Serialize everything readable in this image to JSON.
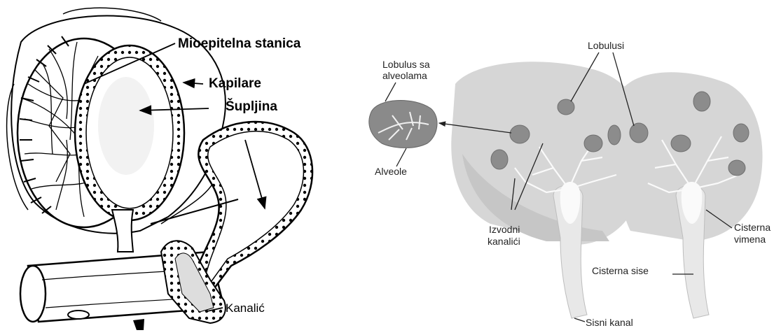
{
  "left_panel": {
    "labels": {
      "myoepithelial": "Mioepitelna stanica",
      "capillaries": "Kapilare",
      "lumen": "Šupljina",
      "ductule": "Kanalić"
    }
  },
  "right_panel": {
    "labels": {
      "lobule_line1": "Lobulus sa",
      "lobule_line2": "alveolama",
      "alveoli": "Alveole",
      "lobules": "Lobulusi",
      "ducts_line1": "Izvodni",
      "ducts_line2": "kanalići",
      "gland_cistern_line1": "Cisterna",
      "gland_cistern_line2": "vimena",
      "teat_cistern": "Cisterna sise",
      "teat_canal": "Sisni kanal"
    }
  }
}
